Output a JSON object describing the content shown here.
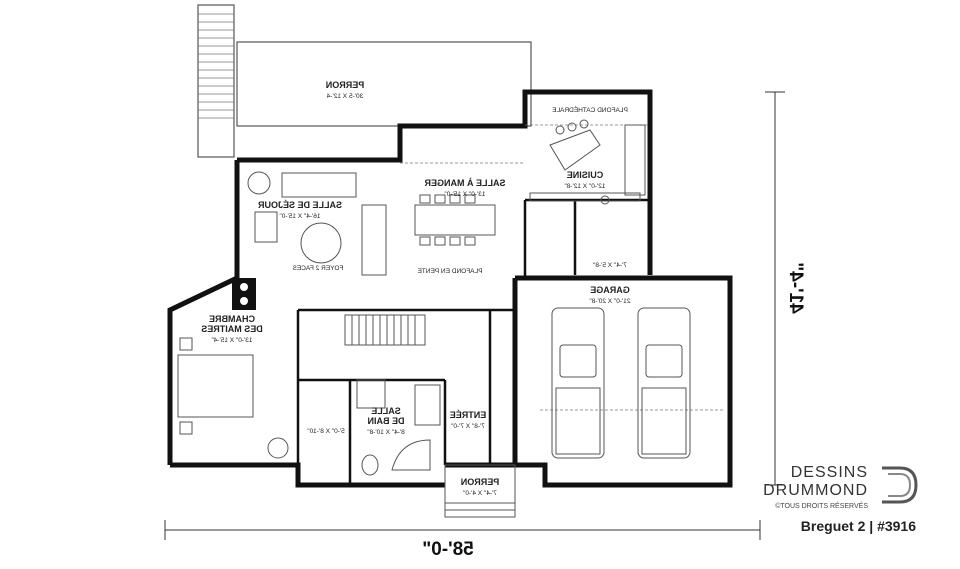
{
  "rooms": {
    "perron_top": {
      "name": "PERRON",
      "dims": "30'-5 X 12'-4"
    },
    "plafond_cathedrale": "PLAFOND CATHÉDRALE",
    "cuisine": {
      "name": "CUISINE",
      "dims": "12'-0\" X 12'-8\""
    },
    "salle_a_manger": {
      "name": "SALLE À MANGER",
      "dims": "13'-0\" X 15'-0\""
    },
    "salle_de_sejour": {
      "name": "SALLE DE SÉJOUR",
      "dims": "16'-4\" X 15'-0\""
    },
    "foyer": "FOYER 2 FACES",
    "plafond_pente": "PLAFOND EN PENTE",
    "rangement": {
      "dims": "7'-4\" X 5'-8\""
    },
    "garage": {
      "name": "GARAGE",
      "dims": "21'-0\" X 20'-8\""
    },
    "chambre": {
      "name_line1": "CHAMBRE",
      "name_line2": "DES MAITRES",
      "dims": "13'-0\" X 15'-4\""
    },
    "walk_in": {
      "dims": "5'-0\" X 8'-10\""
    },
    "salle_de_bain": {
      "name_line1": "SALLE",
      "name_line2": "DE BAIN",
      "dims": "8'-4\" X 10'-8\""
    },
    "entree": {
      "name": "ENTRÉE",
      "dims": "7'-8\" X 7'-0\""
    },
    "perron_front": {
      "name": "PERRON",
      "dims": "7'-4\" X 4'-0\""
    }
  },
  "dimensions": {
    "width": "58'-0\"",
    "depth": "41'-4\""
  },
  "branding": {
    "line1": "DESSINS",
    "line2": "DRUMMOND",
    "tagline": "©TOUS DROITS RÉSERVÉS",
    "plan_id": "Breguet 2 | #3916"
  },
  "colors": {
    "wall": "#111111",
    "line": "#555555",
    "background": "#ffffff"
  }
}
